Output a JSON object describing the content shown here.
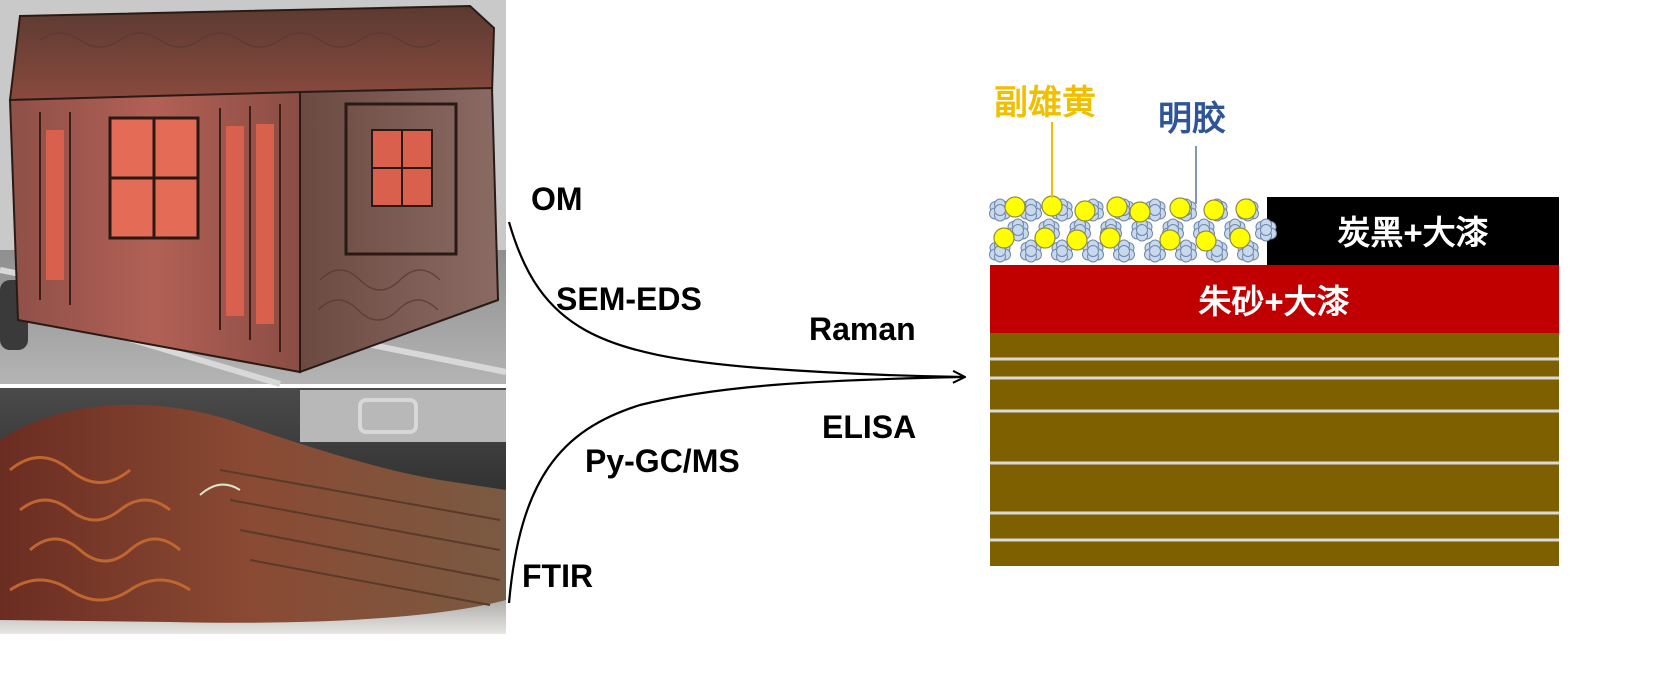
{
  "methods": {
    "om": "OM",
    "sem_eds": "SEM-EDS",
    "raman": "Raman",
    "elisa": "ELISA",
    "py_gcms": "Py-GC/MS",
    "ftir": "FTIR"
  },
  "layers": {
    "orpiment": "副雄黄",
    "gelatin": "明胶",
    "carbon_lacquer": "炭黑+大漆",
    "cinnabar_lacquer": "朱砂+大漆"
  },
  "colors": {
    "orpiment_label": "#f0c000",
    "gelatin_label": "#2f5597",
    "carbon_layer": "#000000",
    "cinnabar_layer": "#c00000",
    "wood_layer": "#7f6000",
    "wood_grain": "#d9d9d9",
    "yellow_particle": "#ffff00",
    "blue_particle": "#c8d8ee"
  },
  "images": {
    "coffin_photo": "lacquered-coffin-photo",
    "fragment_photo": "lacquered-wood-fragment-photo"
  }
}
